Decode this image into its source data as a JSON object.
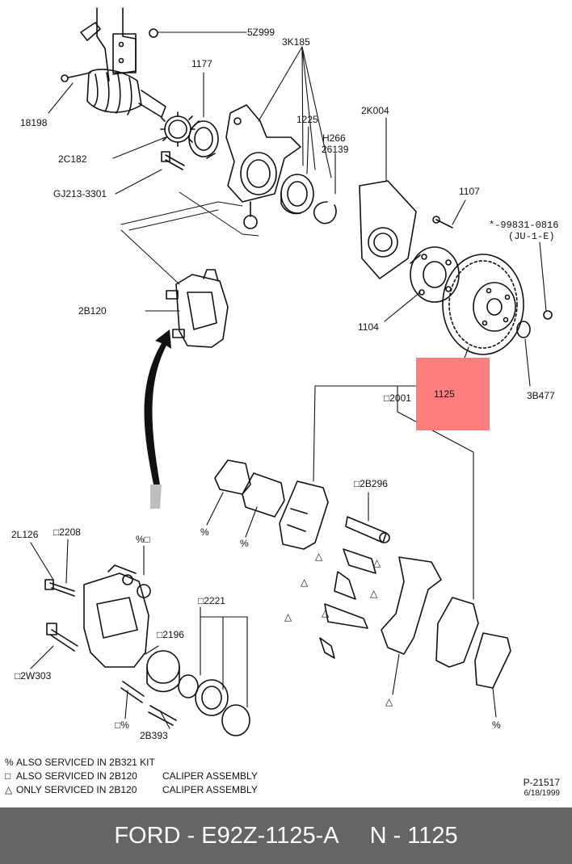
{
  "diagram": {
    "labels": {
      "p5z999": "5Z999",
      "p3k185": "3K185",
      "p1177": "1177",
      "p18198": "18198",
      "p1225": "1225",
      "pH266": "H266",
      "p26139": "26139",
      "p2k004": "2K004",
      "p2c182": "2C182",
      "pgj213": "GJ213-3301",
      "p1107": "1107",
      "p99831": "*-99831-0816",
      "pju1e": "(JU-1-E)",
      "p2b120": "2B120",
      "p1104": "1104",
      "p1125": "1125",
      "p3b477": "3B477",
      "p2001": "□2001",
      "p2b296": "□2B296",
      "pct1": "%",
      "pct2": "%",
      "p2l126": "2L126",
      "p2208": "□2208",
      "ppctsq": "%□",
      "p2221": "□2221",
      "p2196": "□2196",
      "p2w303": "□2W303",
      "psqpct": "□%",
      "p2b393": "2B393",
      "pct3": "%",
      "tri1": "△",
      "tri2": "△",
      "tri3": "△",
      "tri4": "△",
      "tri5": "△",
      "tri6": "△",
      "tri7": "△"
    },
    "highlight_color": "#ff7f7f",
    "highlight_part": "1125"
  },
  "legend": [
    {
      "symbol": "%",
      "text": "ALSO SERVICED IN 2B321 KIT",
      "caliper": ""
    },
    {
      "symbol": "□",
      "text": "ALSO SERVICED IN 2B120",
      "caliper": "CALIPER ASSEMBLY"
    },
    {
      "symbol": "△",
      "text": "ONLY SERVICED IN 2B120",
      "caliper": "CALIPER ASSEMBLY"
    }
  ],
  "reference": {
    "code": "P-21517",
    "date": "6/18/1999"
  },
  "footer": {
    "brand_part": "FORD - E92Z-1125-A",
    "number": "N - 1125"
  }
}
